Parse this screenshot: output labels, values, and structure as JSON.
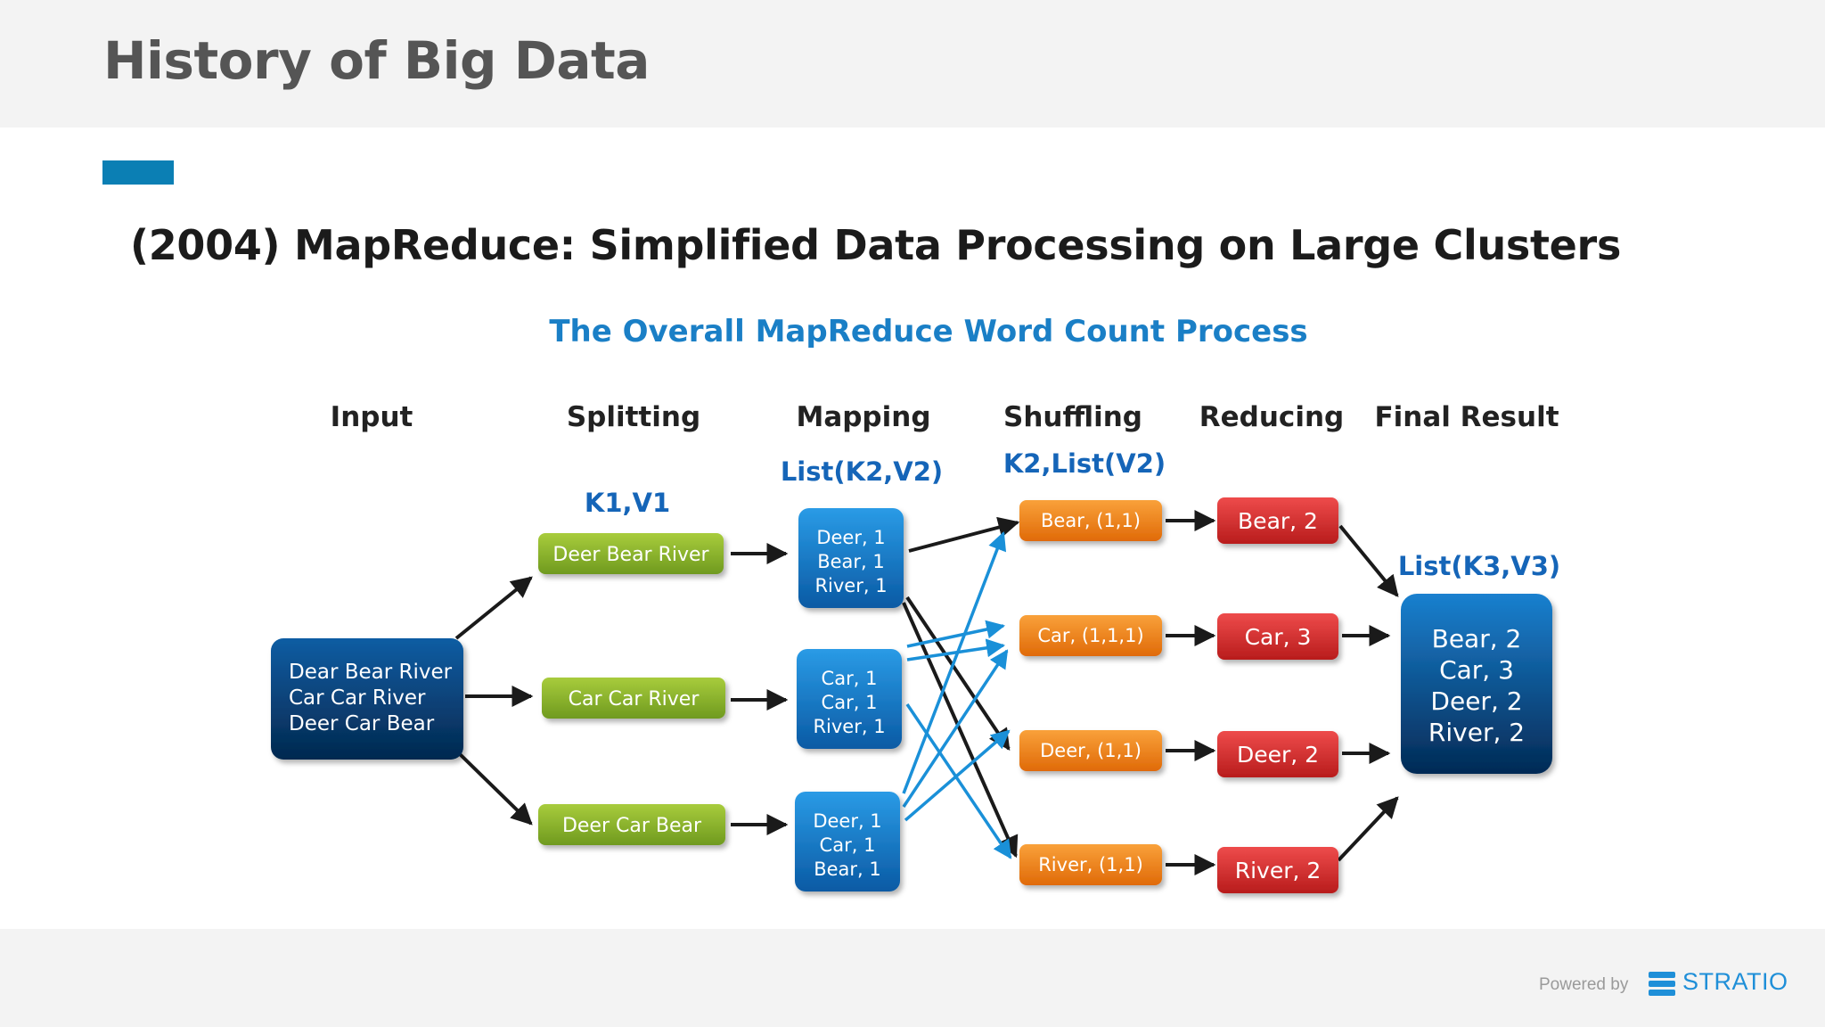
{
  "header": {
    "title": "History of Big Data"
  },
  "slide": {
    "subtitle": "(2004) MapReduce: Simplified Data Processing on Large Clusters"
  },
  "diagram": {
    "title": "The Overall MapReduce Word Count Process",
    "stages": [
      "Input",
      "Splitting",
      "Mapping",
      "Shuffling",
      "Reducing",
      "Final Result"
    ],
    "type_labels": {
      "splitting": "K1,V1",
      "mapping": "List(K2,V2)",
      "shuffling": "K2,List(V2)",
      "final": "List(K3,V3)"
    },
    "input": [
      "Dear Bear River",
      "Car Car River",
      "Deer Car Bear"
    ],
    "splits": [
      "Deer Bear River",
      "Car Car River",
      "Deer Car Bear"
    ],
    "mappings": [
      [
        "Deer, 1",
        "Bear, 1",
        "River, 1"
      ],
      [
        "Car, 1",
        "Car, 1",
        "River, 1"
      ],
      [
        "Deer, 1",
        "Car, 1",
        "Bear, 1"
      ]
    ],
    "shuffles": [
      "Bear, (1,1)",
      "Car, (1,1,1)",
      "Deer, (1,1)",
      "River, (1,1)"
    ],
    "reduces": [
      "Bear, 2",
      "Car, 3",
      "Deer, 2",
      "River, 2"
    ],
    "final": [
      "Bear, 2",
      "Car, 3",
      "Deer, 2",
      "River, 2"
    ],
    "colors": {
      "title": "#1a7fc6",
      "type_label": "#1565b8",
      "input_box": "#083c70",
      "split_box": "#8cb52c",
      "map_box": "#0c73c2",
      "shuffle_box": "#f07a10",
      "reduce_box": "#d42a2a",
      "final_box": "#06407a",
      "arrow_dark": "#1a1a1a",
      "arrow_blue": "#1a90d8"
    }
  },
  "footer": {
    "powered_by": "Powered by",
    "brand": "STRATIO",
    "logo_icon": "stratio-stack-icon"
  }
}
